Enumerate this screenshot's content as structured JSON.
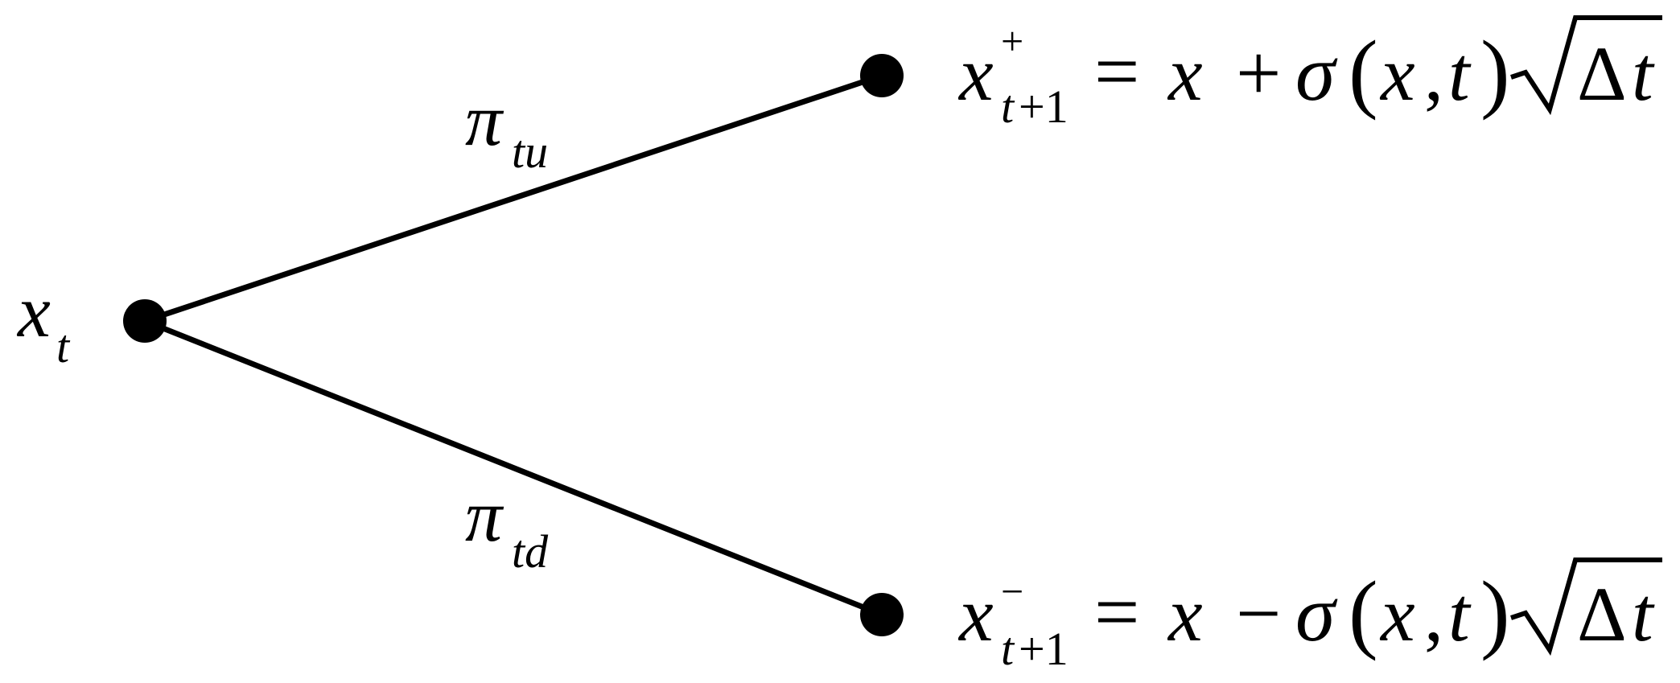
{
  "nodes": {
    "root": {
      "label_base": "x",
      "label_sub": "t"
    },
    "up": {
      "base": "x",
      "sup": "+",
      "sub_t": "t",
      "sub_rest": "+1",
      "eq": "=",
      "x": "x",
      "op": "+",
      "sigma": "σ",
      "lparen": "(",
      "args": "x",
      "comma": ",",
      "targ": "t",
      "rparen": ")",
      "sqrt": "√",
      "delta": "Δ",
      "dt": "t"
    },
    "down": {
      "base": "x",
      "sup": "−",
      "sub_t": "t",
      "sub_rest": "+1",
      "eq": "=",
      "x": "x",
      "op": "−",
      "sigma": "σ",
      "lparen": "(",
      "args": "x",
      "comma": ",",
      "targ": "t",
      "rparen": ")",
      "sqrt": "√",
      "delta": "Δ",
      "dt": "t"
    }
  },
  "edges": {
    "up": {
      "prob_base": "π",
      "prob_sub": "tu"
    },
    "down": {
      "prob_base": "π",
      "prob_sub": "td"
    }
  },
  "colors": {
    "ink": "#000000",
    "background": "#ffffff"
  }
}
